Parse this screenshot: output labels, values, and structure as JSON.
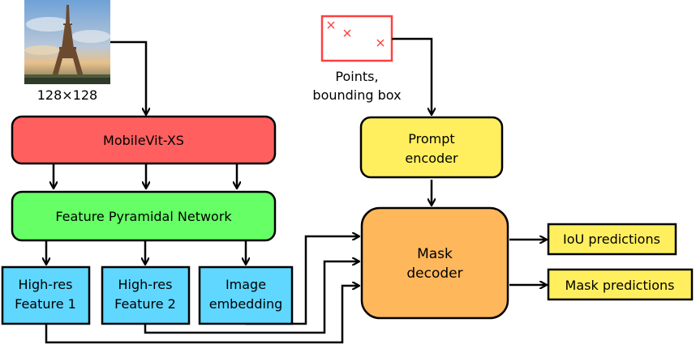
{
  "input_image": {
    "caption": "128×128",
    "description_icon": "eiffel-tower-photo"
  },
  "prompt_input": {
    "caption_line1": "Points,",
    "caption_line2": "bounding box",
    "marker_icon": "cross-icon"
  },
  "blocks": {
    "backbone": {
      "label": "MobileVit-XS",
      "color": "#ff5f5f"
    },
    "fpn": {
      "label": "Feature Pyramidal Network",
      "color": "#66ff66"
    },
    "prompt_encoder": {
      "line1": "Prompt",
      "line2": "encoder",
      "color": "#ffef5f"
    },
    "mask_decoder": {
      "line1": "Mask",
      "line2": "decoder",
      "color": "#ffb75c"
    },
    "feature1": {
      "line1": "High-res",
      "line2": "Feature 1",
      "color": "#5fd7ff"
    },
    "feature2": {
      "line1": "High-res",
      "line2": "Feature 2",
      "color": "#5fd7ff"
    },
    "embedding": {
      "line1": "Image",
      "line2": "embedding",
      "color": "#5fd7ff"
    }
  },
  "outputs": {
    "iou": {
      "label": "IoU predictions",
      "color": "#ffef5f"
    },
    "mask": {
      "label": "Mask predictions",
      "color": "#ffef5f"
    }
  },
  "colors": {
    "stroke": "#000000",
    "prompt_box": "#ff4040"
  }
}
